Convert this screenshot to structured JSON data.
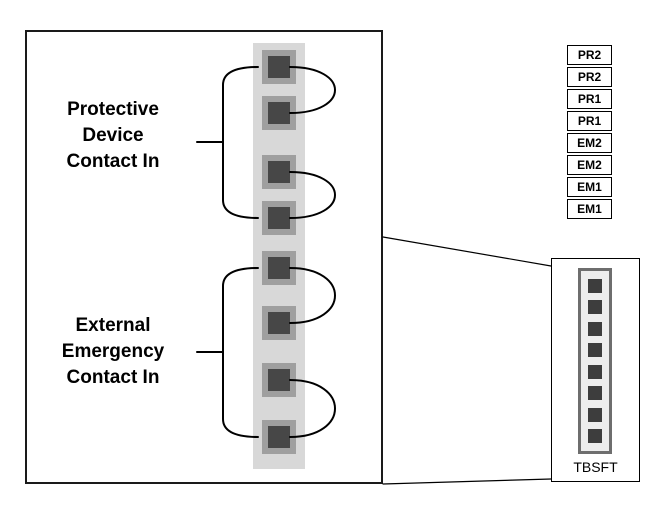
{
  "enlarged_view": {
    "groups": [
      {
        "label_lines": [
          "Protective",
          "Device",
          "Contact In"
        ],
        "terminals": 4,
        "jumpered_pairs": [
          [
            1,
            2
          ],
          [
            3,
            4
          ]
        ]
      },
      {
        "label_lines": [
          "External",
          "Emergency",
          "Contact In"
        ],
        "terminals": 4,
        "jumpered_pairs": [
          [
            5,
            6
          ],
          [
            7,
            8
          ]
        ]
      }
    ]
  },
  "signal_labels": [
    "PR2",
    "PR2",
    "PR1",
    "PR1",
    "EM2",
    "EM2",
    "EM1",
    "EM1"
  ],
  "terminal_block": {
    "label": "TBSFT",
    "terminal_count": 8
  },
  "colors": {
    "strip_gray": "#d8d8d8",
    "terminal_frame": "#9f9f9f",
    "terminal_dark": "#474747",
    "small_terminal_dark": "#3d3d3d",
    "line_black": "#000000"
  }
}
